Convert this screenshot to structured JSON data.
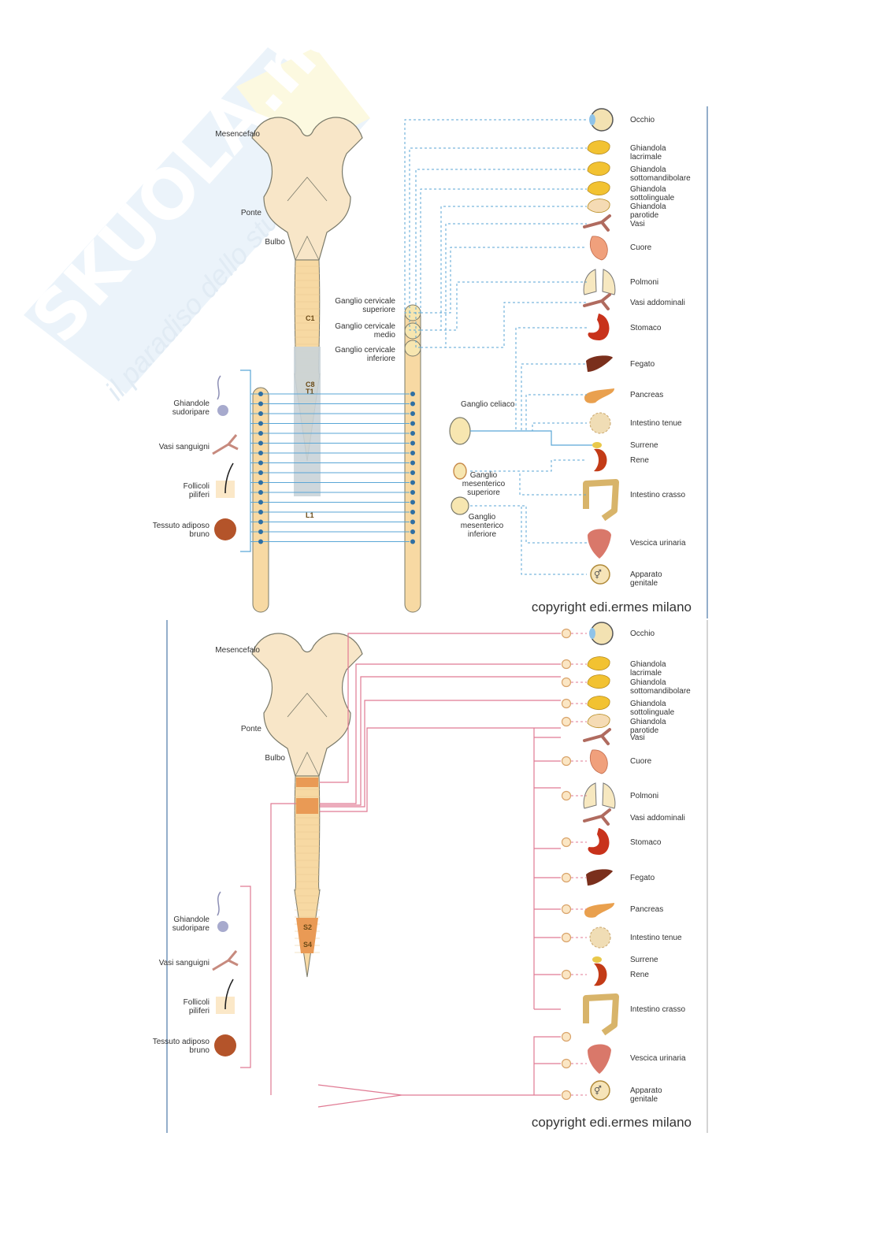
{
  "watermark": {
    "brand": "SKUOLA.net",
    "tagline": "il paradiso dello studente"
  },
  "colors": {
    "cord": "#f7d9a3",
    "brain": "#f8e6c8",
    "outline": "#7a7a6a",
    "sympathetic": "#5aa6d6",
    "sympathetic_dark": "#2f6fa3",
    "parasympathetic": "#e07a93",
    "para_segment": "#e99a55",
    "thoracolumbar": "#c9d3d8",
    "ganglion_fill": "#f7e6b0"
  },
  "panels": [
    {
      "id": "sympathetic",
      "brain_labels": [
        "Mesencefalo",
        "Ponte",
        "Bulbo"
      ],
      "segment_labels": [
        "C1",
        "C8",
        "T1",
        "L1"
      ],
      "ganglia_labels": [
        "Ganglio cervicale superiore",
        "Ganglio cervicale medio",
        "Ganglio cervicale inferiore",
        "Ganglio celiaco",
        "Ganglio mesenterico superiore",
        "Ganglio mesenterico inferiore"
      ],
      "skin_targets": [
        "Ghiandole sudoripare",
        "Vasi sanguigni",
        "Follicoli piliferi",
        "Tessuto adiposo bruno"
      ],
      "organs": [
        "Occhio",
        "Ghiandola lacrimale",
        "Ghiandola sottomandibolare",
        "Ghiandola sottolinguale",
        "Ghiandola parotide",
        "Vasi",
        "Cuore",
        "Polmoni",
        "Vasi addominali",
        "Stomaco",
        "Fegato",
        "Pancreas",
        "Intestino tenue",
        "Surrene",
        "Rene",
        "Intestino crasso",
        "Vescica urinaria",
        "Apparato genitale"
      ],
      "copyright": "copyright edi.ermes milano"
    },
    {
      "id": "parasympathetic",
      "brain_labels": [
        "Mesencefalo",
        "Ponte",
        "Bulbo"
      ],
      "segment_labels": [
        "S2",
        "S4"
      ],
      "skin_targets": [
        "Ghiandole sudoripare",
        "Vasi sanguigni",
        "Follicoli piliferi",
        "Tessuto adiposo bruno"
      ],
      "organs": [
        "Occhio",
        "Ghiandola lacrimale",
        "Ghiandola sottomandibolare",
        "Ghiandola sottolinguale",
        "Ghiandola parotide",
        "Vasi",
        "Cuore",
        "Polmoni",
        "Vasi addominali",
        "Stomaco",
        "Fegato",
        "Pancreas",
        "Intestino tenue",
        "Surrene",
        "Rene",
        "Intestino crasso",
        "Vescica urinaria",
        "Apparato genitale"
      ],
      "copyright": "copyright edi.ermes milano"
    }
  ]
}
